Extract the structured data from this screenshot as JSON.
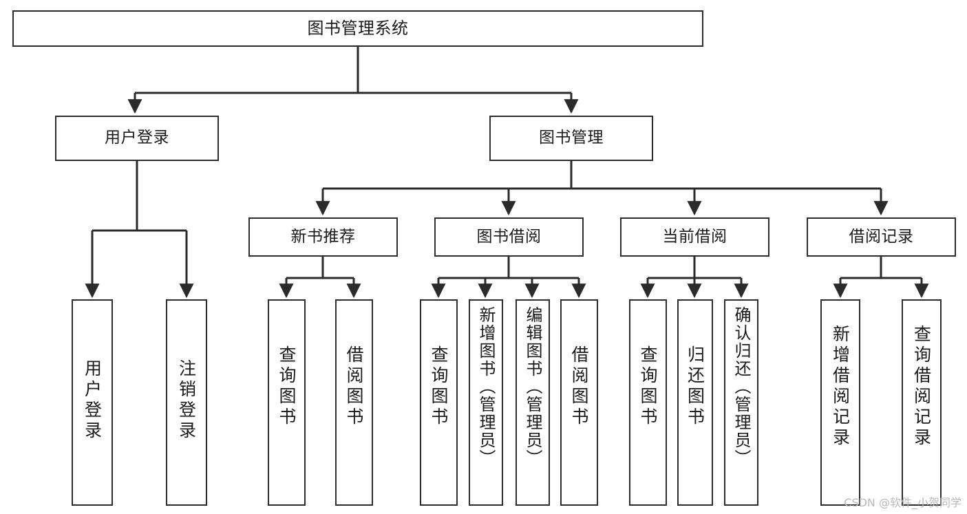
{
  "diagram": {
    "title": "图书管理系统",
    "type": "tree",
    "watermark": "CSDN @软件_小贺同学",
    "colors": {
      "box_border": "#2b2b2b",
      "box_fill": "#ffffff",
      "connector": "#2b2b2b",
      "text": "#1a1a1a",
      "watermark": "#b9b9b9"
    },
    "nodes": {
      "root": {
        "label": "图书管理系统"
      },
      "level2": [
        {
          "id": "user-login",
          "label": "用户登录"
        },
        {
          "id": "book-manage",
          "label": "图书管理"
        }
      ],
      "level3": [
        {
          "id": "new-book-recommend",
          "label": "新书推荐"
        },
        {
          "id": "book-borrow",
          "label": "图书借阅"
        },
        {
          "id": "current-borrow",
          "label": "当前借阅"
        },
        {
          "id": "borrow-record",
          "label": "借阅记录"
        }
      ],
      "leaves": {
        "user_login": [
          {
            "id": "leaf-user-login",
            "label": "用户登录"
          },
          {
            "id": "leaf-logout-login",
            "label": "注销登录"
          }
        ],
        "new_book_recommend": [
          {
            "id": "leaf-query-book-1",
            "label": "查询图书"
          },
          {
            "id": "leaf-borrow-book-1",
            "label": "借阅图书"
          }
        ],
        "book_borrow": [
          {
            "id": "leaf-query-book-2",
            "label": "查询图书"
          },
          {
            "id": "leaf-add-book",
            "label": "新增图书（管理员）"
          },
          {
            "id": "leaf-edit-book",
            "label": "编辑图书（管理员）"
          },
          {
            "id": "leaf-borrow-book-2",
            "label": "借阅图书"
          }
        ],
        "current_borrow": [
          {
            "id": "leaf-query-book-3",
            "label": "查询图书"
          },
          {
            "id": "leaf-return-book",
            "label": "归还图书"
          },
          {
            "id": "leaf-confirm-return",
            "label": "确认归还（管理员）"
          }
        ],
        "borrow_record": [
          {
            "id": "leaf-add-record",
            "label": "新增借阅记录"
          },
          {
            "id": "leaf-query-record",
            "label": "查询借阅记录"
          }
        ]
      }
    }
  }
}
